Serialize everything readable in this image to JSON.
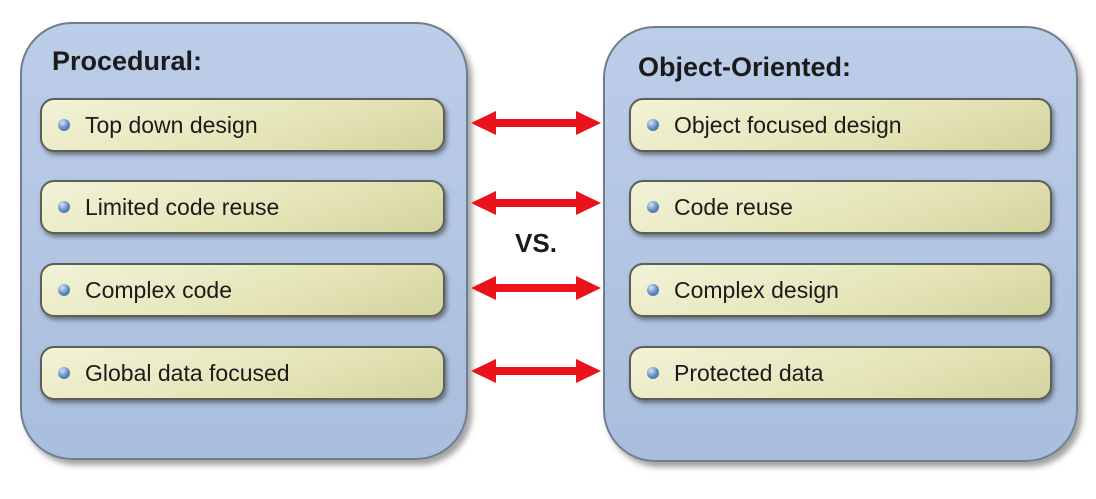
{
  "left_panel": {
    "title": "Procedural:",
    "items": [
      "Top down design",
      "Limited code reuse",
      "Complex code",
      "Global data focused"
    ]
  },
  "right_panel": {
    "title": "Object-Oriented:",
    "items": [
      "Object focused design",
      "Code reuse",
      "Complex design",
      "Protected data"
    ]
  },
  "center": {
    "vs_label": "VS."
  },
  "colors": {
    "page_bg": "#ffffff",
    "panel_fill_top": "#bccde8",
    "panel_fill_bottom": "#a9bedd",
    "panel_border": "#6f7d8e",
    "item_fill_light": "#f2f2d8",
    "item_fill_dark": "#d3d39e",
    "item_border": "#5c5f55",
    "bullet_blue": "#5b87c2",
    "arrow_red": "#e8131b",
    "text_dark": "#1b1b1b"
  }
}
